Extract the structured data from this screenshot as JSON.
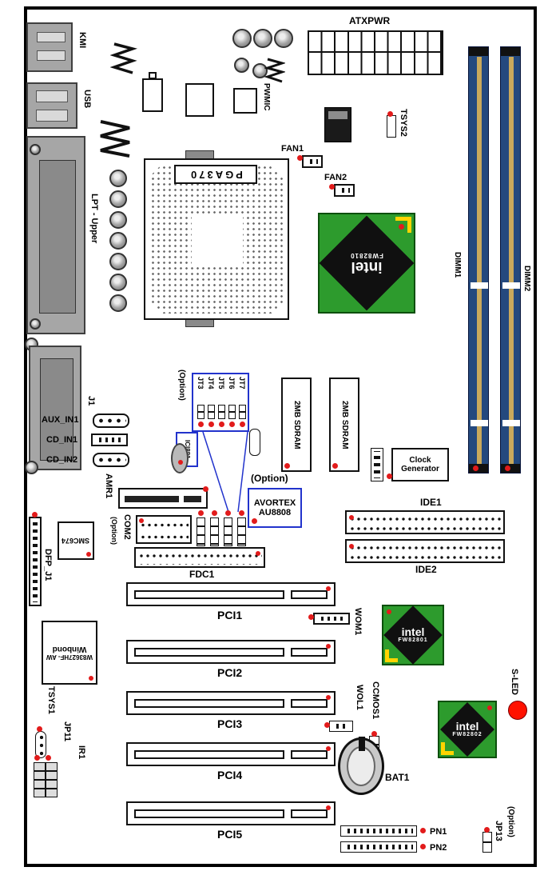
{
  "board": {
    "ports": {
      "kmi": "KMI",
      "usb": "USB",
      "lpt": "LPT - Upper",
      "j1": "J1"
    },
    "power": {
      "atxpwr": "ATXPWR",
      "pwmic": "PWMIC"
    },
    "fans": {
      "fan1": "FAN1",
      "fan2": "FAN2"
    },
    "sensors": {
      "tsys1": "TSYS1",
      "tsys2": "TSYS2",
      "sled": "S-LED"
    },
    "cpu_socket": "PGA370",
    "memory": {
      "dimm1": "DIMM1",
      "dimm2": "DIMM2",
      "sdram": "2MB SDRAM"
    },
    "chips": {
      "fw82810": {
        "brand": "intel",
        "part": "FW82810"
      },
      "fw82801": {
        "brand": "intel",
        "part": "FW82801"
      },
      "fw82802": {
        "brand": "intel",
        "part": "FW82802"
      },
      "winbond": {
        "part": "W83627HF- AW",
        "brand": "Winbond"
      },
      "smc": "SMC674",
      "ici881": "ICI881",
      "avortex": {
        "line1": "AVORTEX",
        "line2": "AU8808",
        "option": "(Option)"
      },
      "clock_generator": {
        "line1": "Clock",
        "line2": "Generator"
      }
    },
    "jumpers": {
      "jt_option": "(Option)",
      "jt_list": [
        "JT3",
        "JT4",
        "JT5",
        "JT6",
        "JT7"
      ],
      "jp11": "JP11",
      "jp13": "JP13",
      "jp13_option": "(Option)",
      "ccmos1": "CCMOS1"
    },
    "connectors": {
      "aux_in1": "AUX_IN1",
      "cd_in1": "CD_IN1",
      "cd_in2": "CD_IN2",
      "amr1": "AMR1",
      "com2": "COM2",
      "com2_option": "(Option)",
      "ide1": "IDE1",
      "ide2": "IDE2",
      "fdc1": "FDC1",
      "dfp_j1": "DFP_J1",
      "wom1": "WOM1",
      "wol1": "WOL1",
      "ir1": "IR1",
      "pn1": "PN1",
      "pn2": "PN2"
    },
    "pci_slots": [
      "PCI1",
      "PCI2",
      "PCI3",
      "PCI4",
      "PCI5"
    ],
    "battery": "BAT1",
    "colors": {
      "chip_green": "#2d9b2d",
      "dimm_blue": "#24497e",
      "dimm_stripe": "#c9a95c",
      "pin1_red": "#e21b1b",
      "outline_blue": "#2233cc",
      "led_red": "#ff1100",
      "highlight_yellow": "#ffd400"
    }
  }
}
